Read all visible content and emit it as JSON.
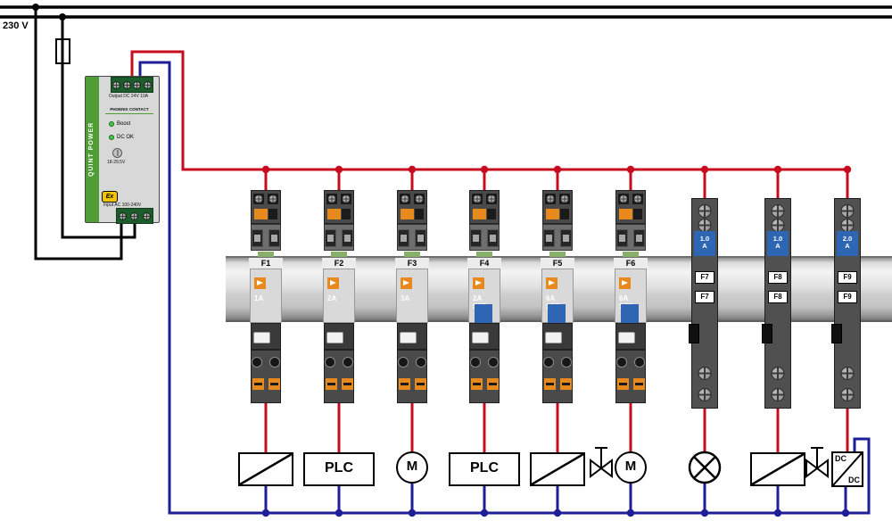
{
  "colors": {
    "wire_live": "#c60c1e",
    "wire_return": "#1e1e96",
    "wire_mains": "#000000",
    "orange": "#e8891d",
    "sfb_blue": "#2f66b3",
    "tab_green": "#88b06a",
    "psu_green": "#4f9e35",
    "psu_terminal_green": "#1d5c2c"
  },
  "mains": {
    "voltage_label": "230 V"
  },
  "psu": {
    "side_label": "QUINT POWER",
    "brand": "PHOENIX CONTACT",
    "output_label": "Output DC 24V 10A",
    "boost_label": "Boost",
    "dc_ok_label": "DC OK",
    "adjust_label": "18-29,5V",
    "ex_label": "Ex",
    "input_label": "Input AC 100-240V"
  },
  "breakers": {
    "electronic": [
      {
        "id": "F1",
        "rating": "1A",
        "variant": ""
      },
      {
        "id": "F2",
        "rating": "2A",
        "variant": ""
      },
      {
        "id": "F3",
        "rating": "3A",
        "variant": ""
      },
      {
        "id": "F4",
        "rating": "2A",
        "variant": "SFB"
      },
      {
        "id": "F5",
        "rating": "6A",
        "variant": "SFB"
      },
      {
        "id": "F6",
        "rating": "6A",
        "variant": "SFB"
      }
    ],
    "thermal": [
      {
        "id": "F7",
        "rating": "1.0 A"
      },
      {
        "id": "F8",
        "rating": "1.0 A"
      },
      {
        "id": "F9",
        "rating": "2.0 A"
      }
    ]
  },
  "loads": {
    "plc_label": "PLC",
    "motor_label": "M",
    "dcdc_in": "DC",
    "dcdc_out": "DC"
  }
}
